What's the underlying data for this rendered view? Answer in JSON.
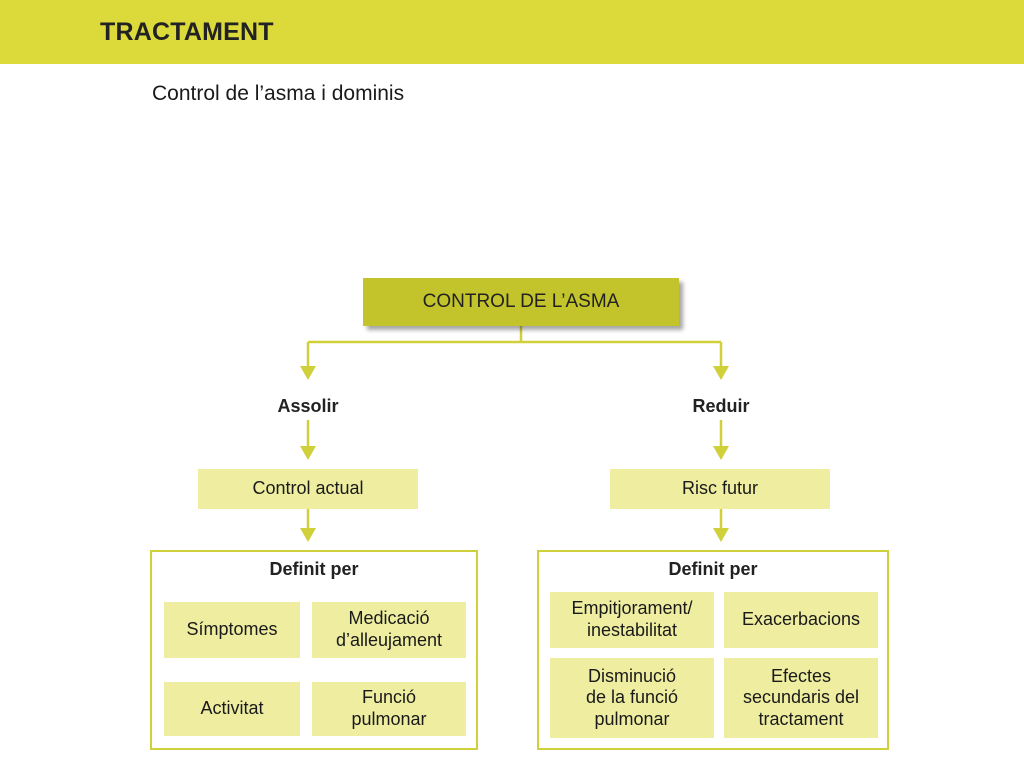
{
  "header": {
    "title": "TRACTAMENT",
    "band_color": "#dcd93a"
  },
  "subtitle": "Control de l’asma i dominis",
  "diagram": {
    "root": "CONTROL DE L’ASMA",
    "left": {
      "verb": "Assolir",
      "box": "Control actual",
      "group_title": "Definit per",
      "items": [
        "Símptomes",
        "Medicació\nd’alleujament",
        "Activitat",
        "Funció\npulmonar"
      ]
    },
    "right": {
      "verb": "Reduir",
      "box": "Risc futur",
      "group_title": "Definit per",
      "items": [
        "Empitjorament/\ninestabilitat",
        "Exacerbacions",
        "Disminució\nde la funció\npulmonar",
        "Efectes\nsecundaris del\ntractament"
      ]
    },
    "colors": {
      "root": "#c3c42c",
      "box": "#eeeda0",
      "accent": "#cfd03a"
    }
  }
}
